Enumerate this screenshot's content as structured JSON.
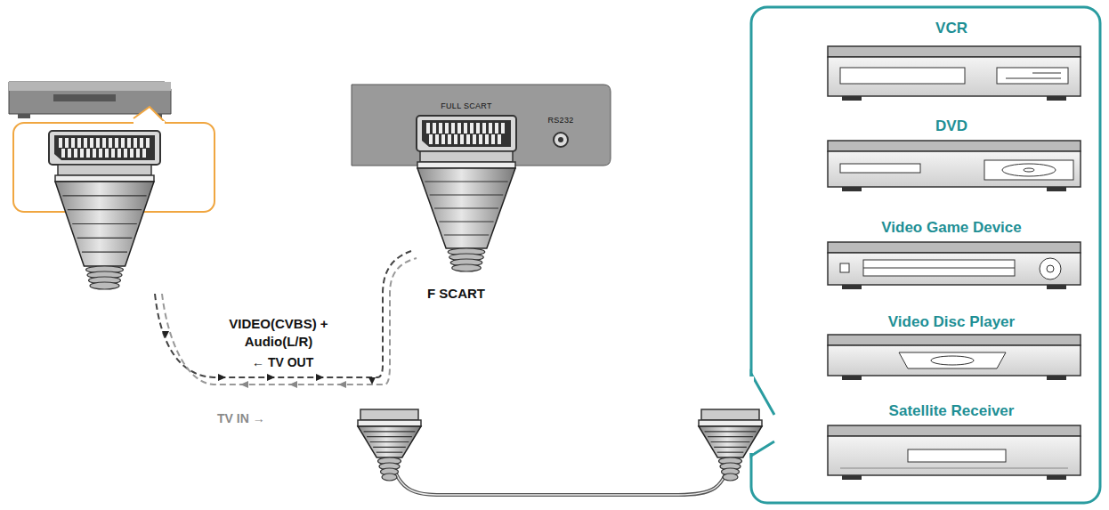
{
  "diagram": {
    "nodes": [
      {
        "text": [
          "FULL SCART",
          "RS232"
        ]
      },
      {
        "text": [
          "VCR"
        ]
      },
      {
        "text": [
          "DVD"
        ]
      },
      {
        "text": [
          "Video Game Device"
        ]
      },
      {
        "text": [
          "Video Disc Player"
        ]
      },
      {
        "text": [
          "Satellite Receiver"
        ]
      }
    ],
    "labels": [
      "VIDEO(CVBS) + Audio(L/R)",
      "← TV OUT",
      "TV IN →",
      "F SCART"
    ]
  }
}
